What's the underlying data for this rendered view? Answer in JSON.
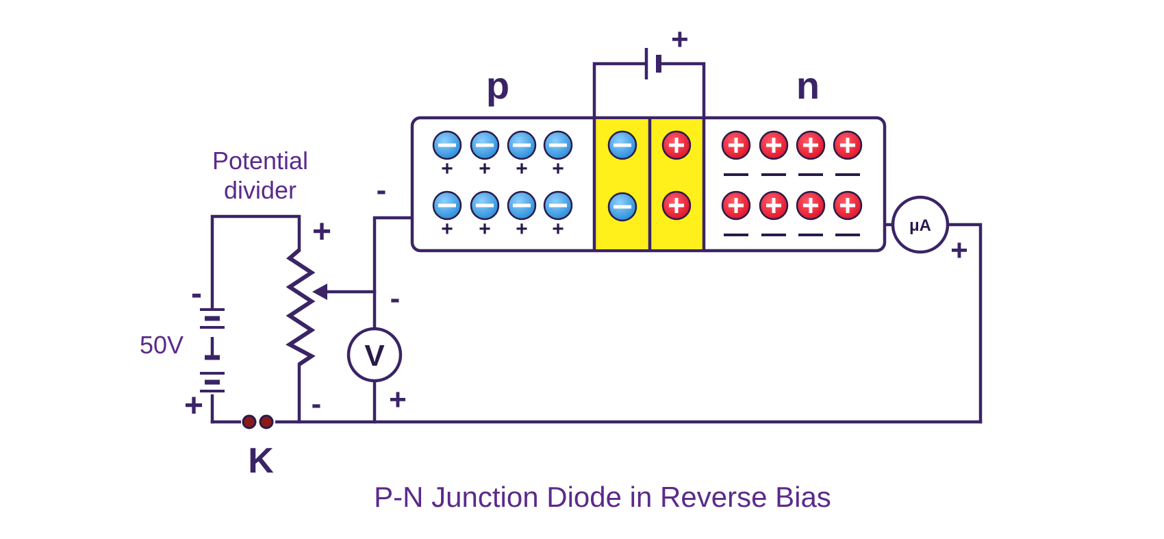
{
  "diagram": {
    "title": "P-N Junction Diode in Reverse Bias",
    "region_p_label": "p",
    "region_n_label": "n",
    "potential_divider_label": [
      "Potential",
      "divider"
    ],
    "battery_label": "50V",
    "key_label": "K",
    "voltmeter_label": "V",
    "ammeter_label": "μA",
    "plus_sign": "+",
    "minus_sign": "-",
    "colors": {
      "wire": "#3a2466",
      "depletion_region": "#ffef1a",
      "hole_ion": "#e0182b",
      "electron_ion": "#2e8fd8",
      "text": "#5b2a8a"
    },
    "p_region": {
      "ion_rows": 2,
      "ion_columns": 4,
      "ion_type": "negative",
      "carrier_type": "hole"
    },
    "n_region": {
      "ion_rows": 2,
      "ion_columns": 4,
      "ion_type": "positive",
      "carrier_type": "electron"
    },
    "depletion": {
      "negative_ions": 2,
      "positive_ions": 2
    }
  }
}
